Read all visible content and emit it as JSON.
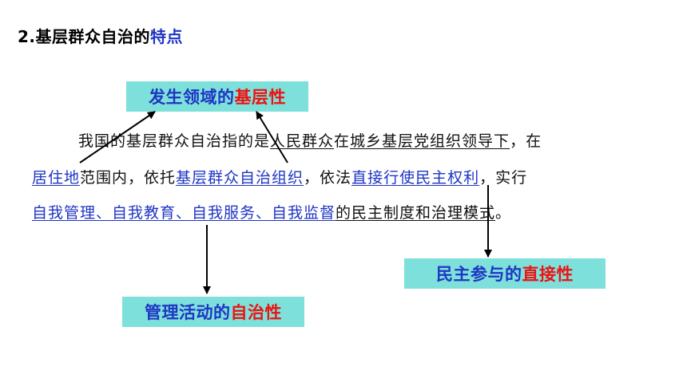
{
  "title": {
    "prefix": "2.基层群众自治的",
    "highlight": "特点"
  },
  "tags": {
    "basic": {
      "blue": "发生领域的",
      "red": "基层性"
    },
    "direct": {
      "blue": "民主参与的",
      "red": "直接性"
    },
    "autonomy": {
      "blue": "管理活动的",
      "red": "自治性"
    }
  },
  "paragraph": {
    "l1_a": "我国的基层群众自治指的是",
    "l1_b": "人民群众",
    "l1_c": "在",
    "l1_d": "城乡基层党组织领导下",
    "l1_e": "，在",
    "l2_a": "居住地",
    "l2_b": "范围内，依托",
    "l2_c": "基层群众自治组织",
    "l2_d": "，依法",
    "l2_e": "直接行使民主权利",
    "l2_f": "，实行",
    "l3_a": "自我管理、自我教育、自我服务、自我监督",
    "l3_b": "的民主制度和治理模式",
    "l3_c": "。"
  },
  "colors": {
    "blue": "#1f35c4",
    "red": "#ee1111",
    "tag_bg": "#7ee0da"
  }
}
